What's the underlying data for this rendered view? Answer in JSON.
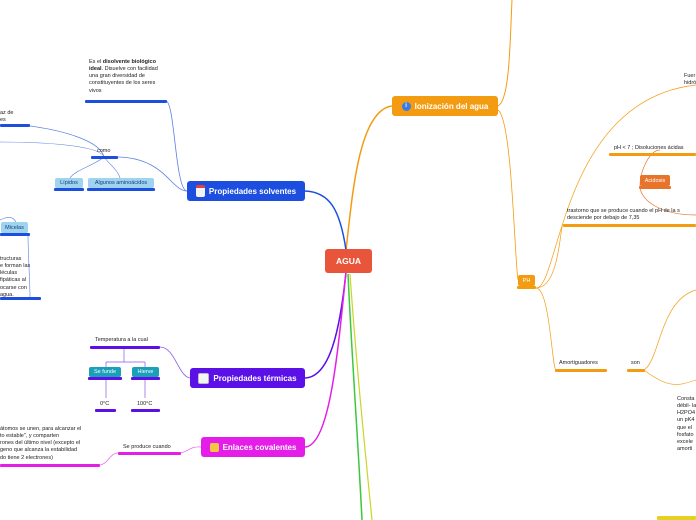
{
  "center": {
    "label": "AGUA",
    "color": "#e8553a"
  },
  "branches": {
    "ionizacion": {
      "label": "Ionización del agua",
      "color": "#f39c12"
    },
    "solventes": {
      "label": "Propiedades solventes",
      "color": "#1c4ee0"
    },
    "termicas": {
      "label": "Propiedades térmicas",
      "color": "#5a10e6"
    },
    "covalentes": {
      "label": "Enlaces covalentes",
      "color": "#e41ee8"
    }
  },
  "solventes": {
    "disolvente_prefix": "Es el ",
    "disolvente_bold": "disolvente biológico ideal",
    "disolvente_rest": ". Disuelve con facilidad una gran diversidad de constituyentes de los seres vivos",
    "fragment_top": "az de\nes",
    "como": "como",
    "lipidos": "Lípidos",
    "aminoacidos": "Algunos aminoácidos",
    "micelas": "Micelas",
    "micelas_desc": "tructuras\ne forman las\nléculas\nfipáticas al\nocarse con\nagua."
  },
  "termicas": {
    "temperatura": "Temperatura a la cual",
    "se_funde": "Se funde",
    "hierve": "Hierve",
    "cero": "0°C",
    "cien": "100°C"
  },
  "covalentes": {
    "se_produce": "Se produce cuando",
    "desc": "átomos se unen, para alcanzar el\nto estable\", y comparten\nrones del último nivel (excepto el\ngeno que alcanza la estabilidad\ndo tiene 2 electrones)"
  },
  "ph": {
    "label": "PH",
    "fuerte_fragment": "Fuer\nhidró",
    "ph_acidas": "pH < 7 ; Disoluciones ácidas",
    "acidosis": "Acidosis",
    "trastorno": "trastorno que se produce cuando el pH de la s\ndesciende por debajo de 7,35",
    "amortiguadores": "Amortiguadores",
    "son": "son",
    "fosfato_fragment": "Consta d\ndébil- la\nH2PO4\nun pK4\nque el\nfosfato\nexcele\namorti"
  }
}
